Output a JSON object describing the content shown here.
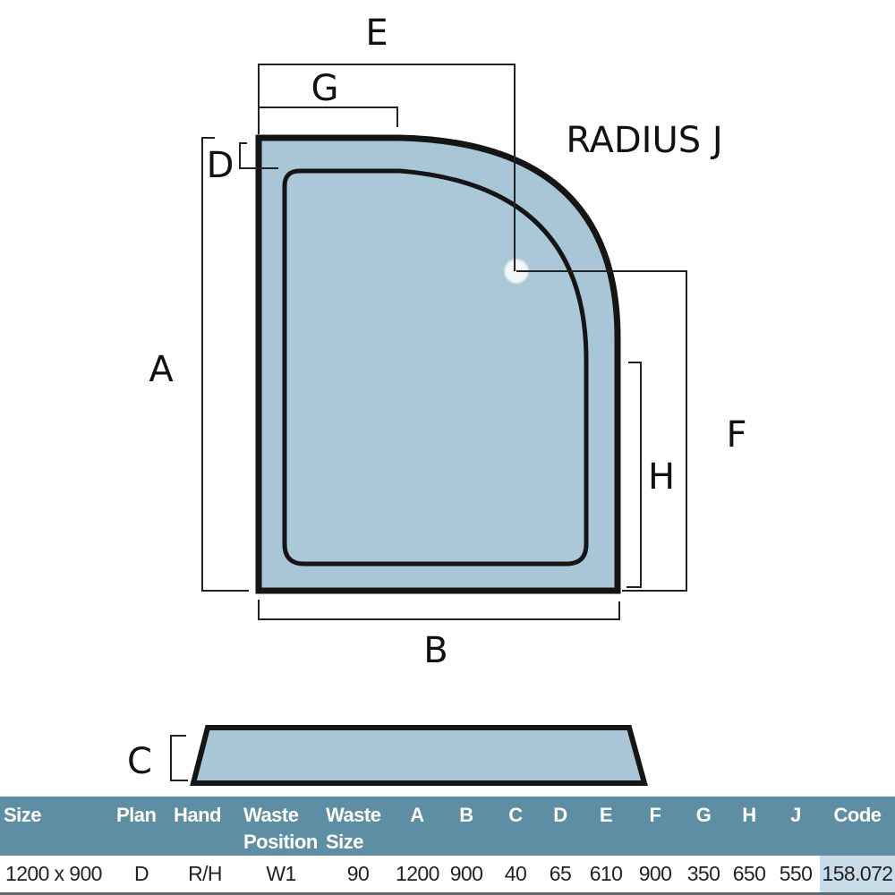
{
  "colors": {
    "tray_fill": "#a9c6d6",
    "outline": "#151515",
    "table_header": "#5e8ea3",
    "table_header_text": "#ffffff",
    "code_highlight": "#c9dcea"
  },
  "diagram": {
    "labels": {
      "E": "E",
      "G": "G",
      "D": "D",
      "radius": "RADIUS J",
      "A": "A",
      "F": "F",
      "H": "H",
      "B": "B",
      "C": "C"
    }
  },
  "table": {
    "headers": [
      {
        "key": "size",
        "line1": "Size",
        "line2": ""
      },
      {
        "key": "plan",
        "line1": "Plan",
        "line2": ""
      },
      {
        "key": "hand",
        "line1": "Hand",
        "line2": ""
      },
      {
        "key": "waste_position",
        "line1": "Waste",
        "line2": "Position"
      },
      {
        "key": "waste_size",
        "line1": "Waste",
        "line2": "Size"
      },
      {
        "key": "a",
        "line1": "A",
        "line2": ""
      },
      {
        "key": "b",
        "line1": "B",
        "line2": ""
      },
      {
        "key": "c",
        "line1": "C",
        "line2": ""
      },
      {
        "key": "d",
        "line1": "D",
        "line2": ""
      },
      {
        "key": "e",
        "line1": "E",
        "line2": ""
      },
      {
        "key": "f",
        "line1": "F",
        "line2": ""
      },
      {
        "key": "g",
        "line1": "G",
        "line2": ""
      },
      {
        "key": "h",
        "line1": "H",
        "line2": ""
      },
      {
        "key": "j",
        "line1": "J",
        "line2": ""
      },
      {
        "key": "code",
        "line1": "Code",
        "line2": ""
      }
    ],
    "row": [
      "1200 x 900",
      "D",
      "R/H",
      "W1",
      "90",
      "1200",
      "900",
      "40",
      "65",
      "610",
      "900",
      "350",
      "650",
      "550",
      "158.072"
    ]
  }
}
